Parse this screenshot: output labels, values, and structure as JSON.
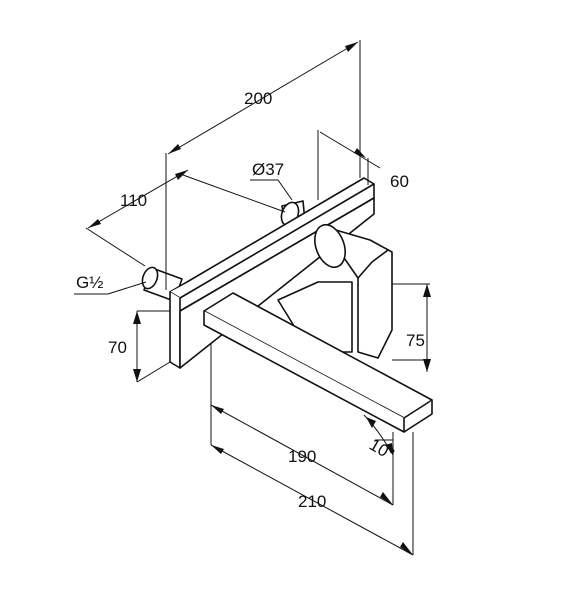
{
  "dimensions": {
    "overall_depth": "200",
    "rosette_diameter": "Ø37",
    "handle_projection": "60",
    "pipe_offset": "110",
    "thread": "G½",
    "pipe_height": "70",
    "lever_height": "75",
    "spout_reach": "190",
    "overall_reach": "210",
    "spout_angle": "10°"
  }
}
